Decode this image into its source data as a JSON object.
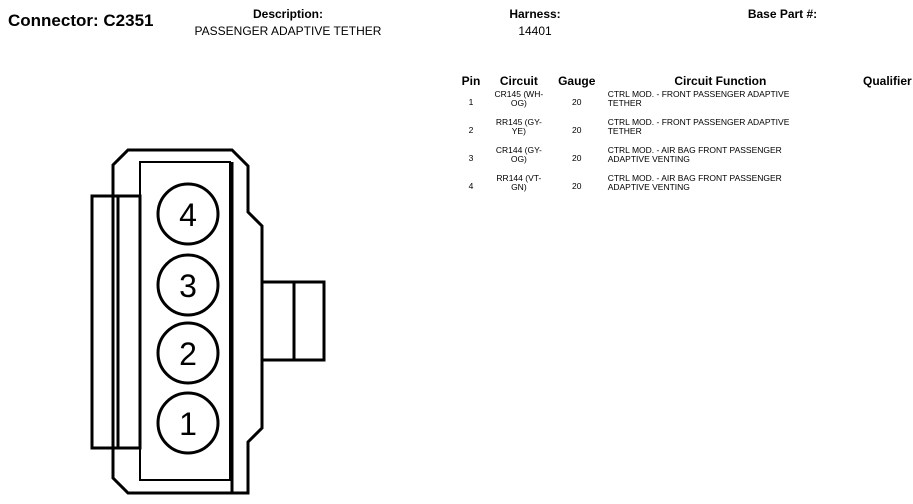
{
  "connector": {
    "title": "Connector: C2351",
    "description_label": "Description:",
    "description_value": "PASSENGER ADAPTIVE TETHER",
    "harness_label": "Harness:",
    "harness_value": "14401",
    "base_part_label": "Base Part #:",
    "base_part_value": ""
  },
  "table": {
    "headers": {
      "pin": "Pin",
      "circuit": "Circuit",
      "gauge": "Gauge",
      "function": "Circuit Function",
      "qualifier": "Qualifier"
    },
    "rows": [
      {
        "pin": "1",
        "circuit_line1": "CR145 (WH-",
        "circuit_line2": "OG)",
        "gauge": "20",
        "function_line1": "CTRL MOD. - FRONT PASSENGER ADAPTIVE",
        "function_line2": "TETHER",
        "qualifier": ""
      },
      {
        "pin": "2",
        "circuit_line1": "RR145 (GY-",
        "circuit_line2": "YE)",
        "gauge": "20",
        "function_line1": "CTRL MOD. - FRONT PASSENGER ADAPTIVE",
        "function_line2": "TETHER",
        "qualifier": ""
      },
      {
        "pin": "3",
        "circuit_line1": "CR144 (GY-",
        "circuit_line2": "OG)",
        "gauge": "20",
        "function_line1": "CTRL MOD. - AIR BAG FRONT PASSENGER",
        "function_line2": "ADAPTIVE VENTING",
        "qualifier": ""
      },
      {
        "pin": "4",
        "circuit_line1": "RR144 (VT-",
        "circuit_line2": "GN)",
        "gauge": "20",
        "function_line1": "CTRL MOD. - AIR BAG FRONT PASSENGER",
        "function_line2": "ADAPTIVE VENTING",
        "qualifier": ""
      }
    ]
  },
  "diagram": {
    "pin_labels": [
      "4",
      "3",
      "2",
      "1"
    ]
  }
}
